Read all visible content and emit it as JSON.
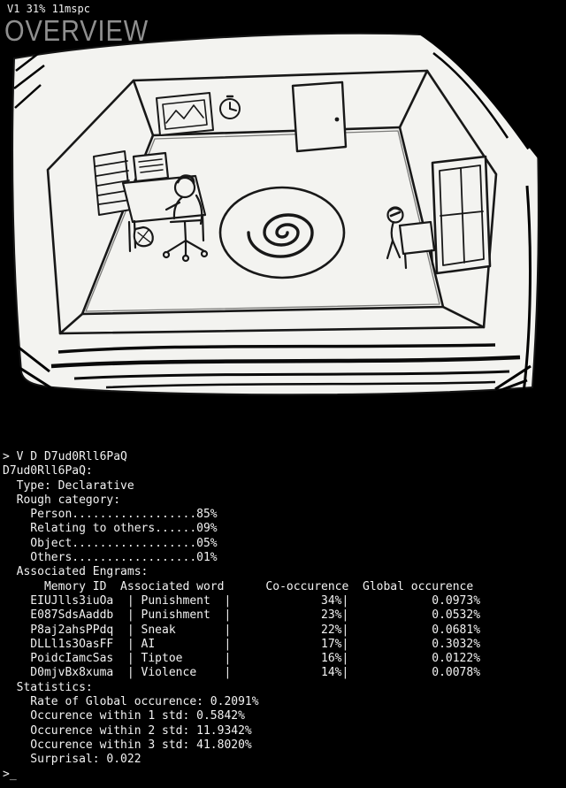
{
  "colors": {
    "background": "#000000",
    "sketch_ink": "#181818",
    "paper": "#f3f3f0",
    "title_gray": "#8f8f8f",
    "terminal_text": "#f2f2f2"
  },
  "hud": {
    "status": "V1 31% 11mspc",
    "title": "OVERVIEW"
  },
  "memory_record": {
    "command": "> V D D7ud0Rll6PaQ",
    "memory_id": "D7ud0Rll6PaQ",
    "type": "Declarative",
    "rough_category": [
      {
        "label": "Person",
        "value": "85%"
      },
      {
        "label": "Relating to others",
        "value": "09%"
      },
      {
        "label": "Object",
        "value": "05%"
      },
      {
        "label": "Others",
        "value": "01%"
      }
    ],
    "engram_table": {
      "headers": [
        "Memory ID",
        "Associated word",
        "Co-occurence",
        "Global occurence"
      ],
      "rows": [
        [
          "EIUJlls3iuOa",
          "Punishment",
          "34%",
          "0.0973%"
        ],
        [
          "E087SdsAaddb",
          "Punishment",
          "23%",
          "0.0532%"
        ],
        [
          "P8aj2ahsPPdq",
          "Sneak",
          "22%",
          "0.0681%"
        ],
        [
          "DLLl1s3OasFF",
          "AI",
          "17%",
          "0.3032%"
        ],
        [
          "PoidcIamcSas",
          "Tiptoe",
          "16%",
          "0.0122%"
        ],
        [
          "D0mjvBx8xuma",
          "Violence",
          "14%",
          "0.0078%"
        ]
      ]
    },
    "statistics": {
      "rate_of_global_occurence": "0.2091%",
      "occurence_within_1_std": "0.5842%",
      "occurence_within_2_std": "11.9342%",
      "occurence_within_3_std": "41.8020%",
      "surprisal": "0.022"
    }
  },
  "terminal": {
    "lines": [
      "> V D D7ud0Rll6PaQ",
      "D7ud0Rll6PaQ:",
      "  Type: Declarative",
      "  Rough category:",
      "    Person..................85%",
      "    Relating to others......09%",
      "    Object..................05%",
      "    Others..................01%",
      "  Associated Engrams:",
      "      Memory ID  Associated word      Co-occurence  Global occurence",
      "    EIUJlls3iuOa  | Punishment  |             34%|            0.0973%",
      "    E087SdsAaddb  | Punishment  |             23%|            0.0532%",
      "    P8aj2ahsPPdq  | Sneak       |             22%|            0.0681%",
      "    DLLl1s3OasFF  | AI          |             17%|            0.3032%",
      "    PoidcIamcSas  | Tiptoe      |             16%|            0.0122%",
      "    D0mjvBx8xuma  | Violence    |             14%|            0.0078%",
      "  Statistics:",
      "    Rate of Global occurence: 0.2091%",
      "    Occurence within 1 std: 0.5842%",
      "    Occurence within 2 std: 11.9342%",
      "    Occurence within 3 std: 41.8020%",
      "    Surprisal: 0.022",
      ">_"
    ]
  },
  "sketch": {
    "scene_elements": [
      "room-interior",
      "picture-frame",
      "wall-clock",
      "door",
      "wall-blinds",
      "desk-with-person-at-computer",
      "office-chair",
      "spiral-rug",
      "window-with-seated-figure"
    ]
  }
}
